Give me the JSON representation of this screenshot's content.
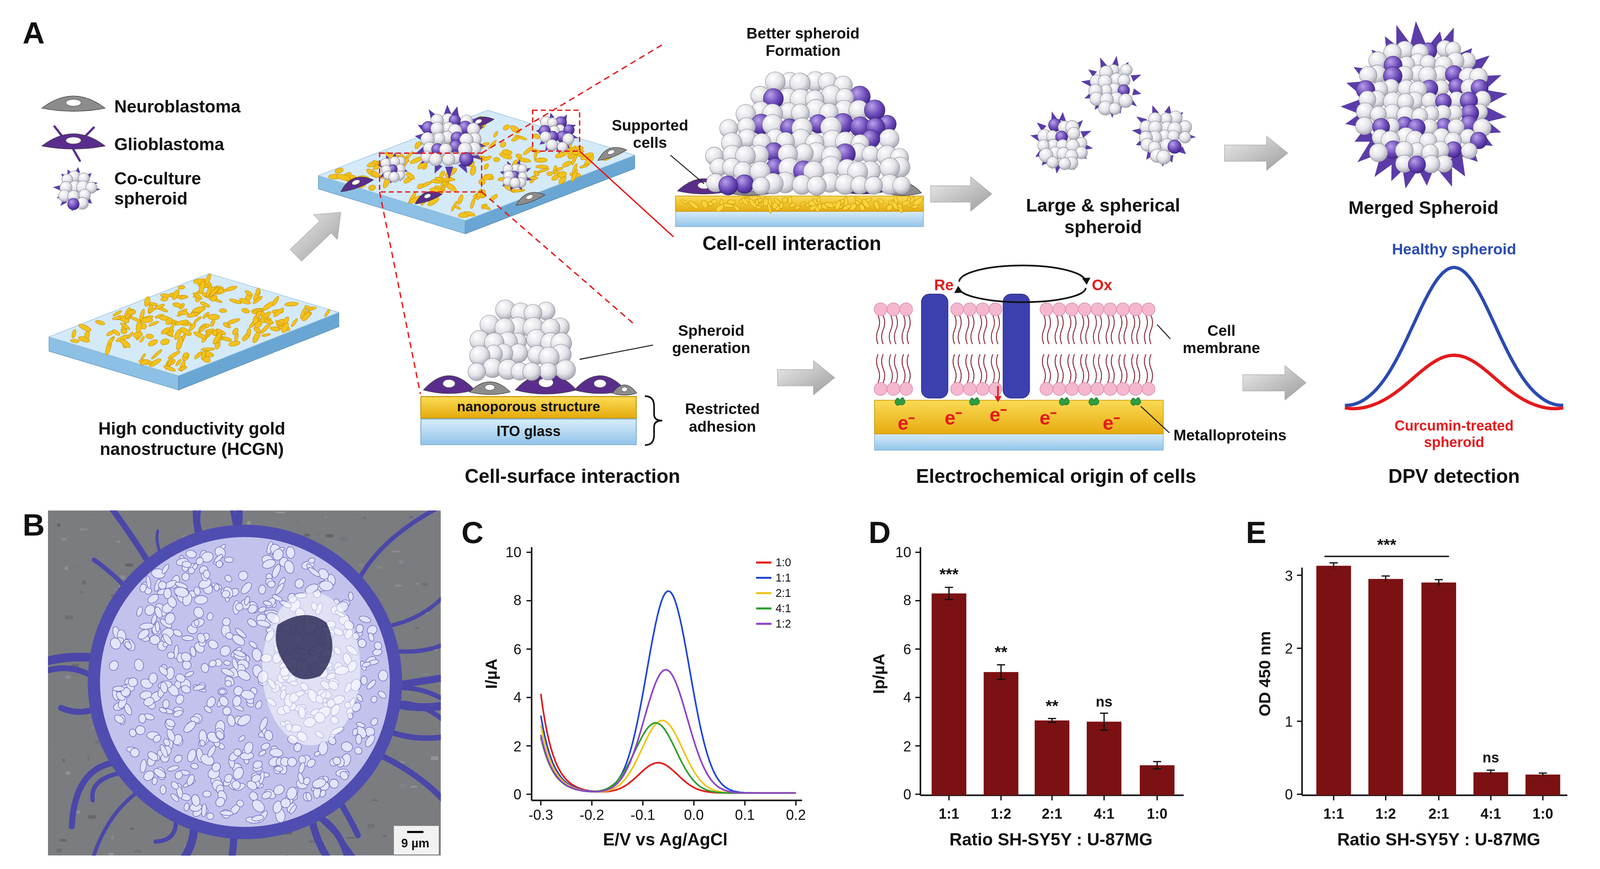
{
  "diagram": {
    "nodes": [
      {
        "text": [
          "nanoporous structure"
        ]
      },
      {
        "text": [
          "ITO glass"
        ]
      }
    ],
    "labels": [
      "A",
      "High conductivity gold nanostructure (HCGN)",
      "Better spheroid Formation",
      "Supported cells",
      "Cell-cell interaction",
      "Large & spherical spheroid",
      "Merged Spheroid",
      "Spheroid generation",
      "Restricted adhesion",
      "Cell-surface interaction",
      "Re",
      "Ox",
      "Cell membrane",
      "e⁻",
      "e⁻",
      "e⁻",
      "e⁻",
      "e⁻",
      "Metalloproteins",
      "Electrochemical origin of cells",
      "Healthy spheroid",
      "Curcumin-treated spheroid",
      "DPV detection",
      "B",
      "9 µm",
      "C",
      "10",
      "8",
      "6",
      "4",
      "2",
      "0",
      "I/µA",
      "-0.3",
      "-0.2",
      "-0.1",
      "0.0",
      "0.1",
      "0.2",
      "E/V vs Ag/AgCl",
      "D",
      "10",
      "8",
      "6",
      "4",
      "2",
      "0",
      "Ip/µA",
      "***",
      "**",
      "**",
      "ns",
      "1:1",
      "1:2",
      "2:1",
      "4:1",
      "1:0",
      "Ratio SH-SY5Y : U-87MG",
      "E",
      "3",
      "2",
      "1",
      "0",
      "OD 450 nm",
      "***",
      "ns",
      "1:1",
      "1:2",
      "2:1",
      "4:1",
      "1:0",
      "Ratio SH-SY5Y : U-87MG"
    ],
    "legend": [
      {
        "text": "Neuroblastoma"
      },
      {
        "text": "Glioblastoma"
      },
      {
        "text": "Co-culture spheroid"
      },
      {
        "text": "1:0"
      },
      {
        "text": "1:1"
      },
      {
        "text": "2:1"
      },
      {
        "text": "4:1"
      },
      {
        "text": "1:2"
      }
    ]
  }
}
